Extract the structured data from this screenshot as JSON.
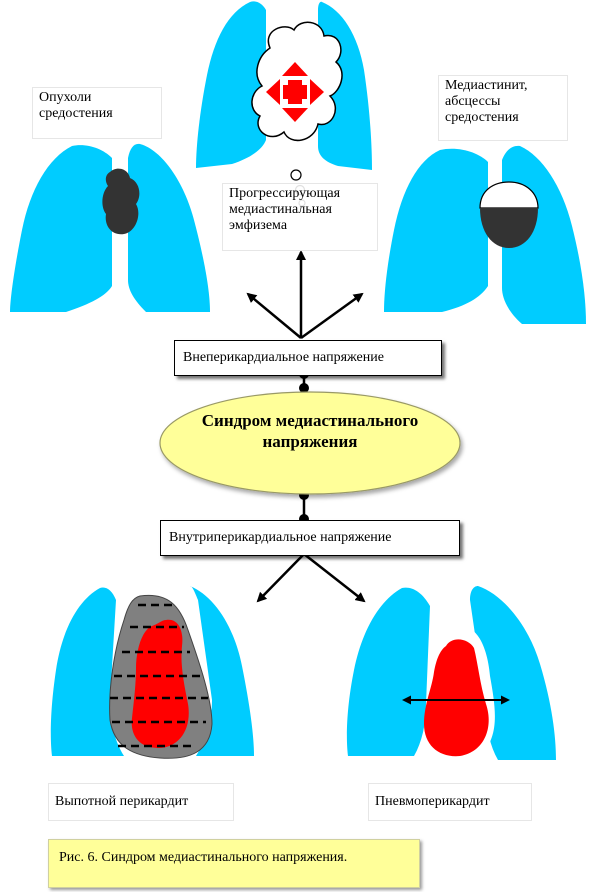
{
  "nodes": {
    "emphysema": "Прогрессирующая медиастинальная эмфизема",
    "tumors": "Опухоли средостения",
    "mediastinitis": "Медиастинит, абсцессы средостения",
    "extrapericardial": "Внеперикардиальное напряжение",
    "syndrome": "Синдром медиастинального напряжения",
    "intrapericardial": "Внутриперикардиальное напряжение",
    "effusive": "Выпотной перикардит",
    "pneumopericardium": "Пневмоперикардит"
  },
  "caption": "Рис. 6. Синдром медиастинального напряжения.",
  "colors": {
    "lung": "#00ccff",
    "heart": "#ff0000",
    "ellipse": "#ffff99",
    "caption_bg": "#ffff99",
    "mass": "#333333",
    "effusion": "#808080"
  }
}
